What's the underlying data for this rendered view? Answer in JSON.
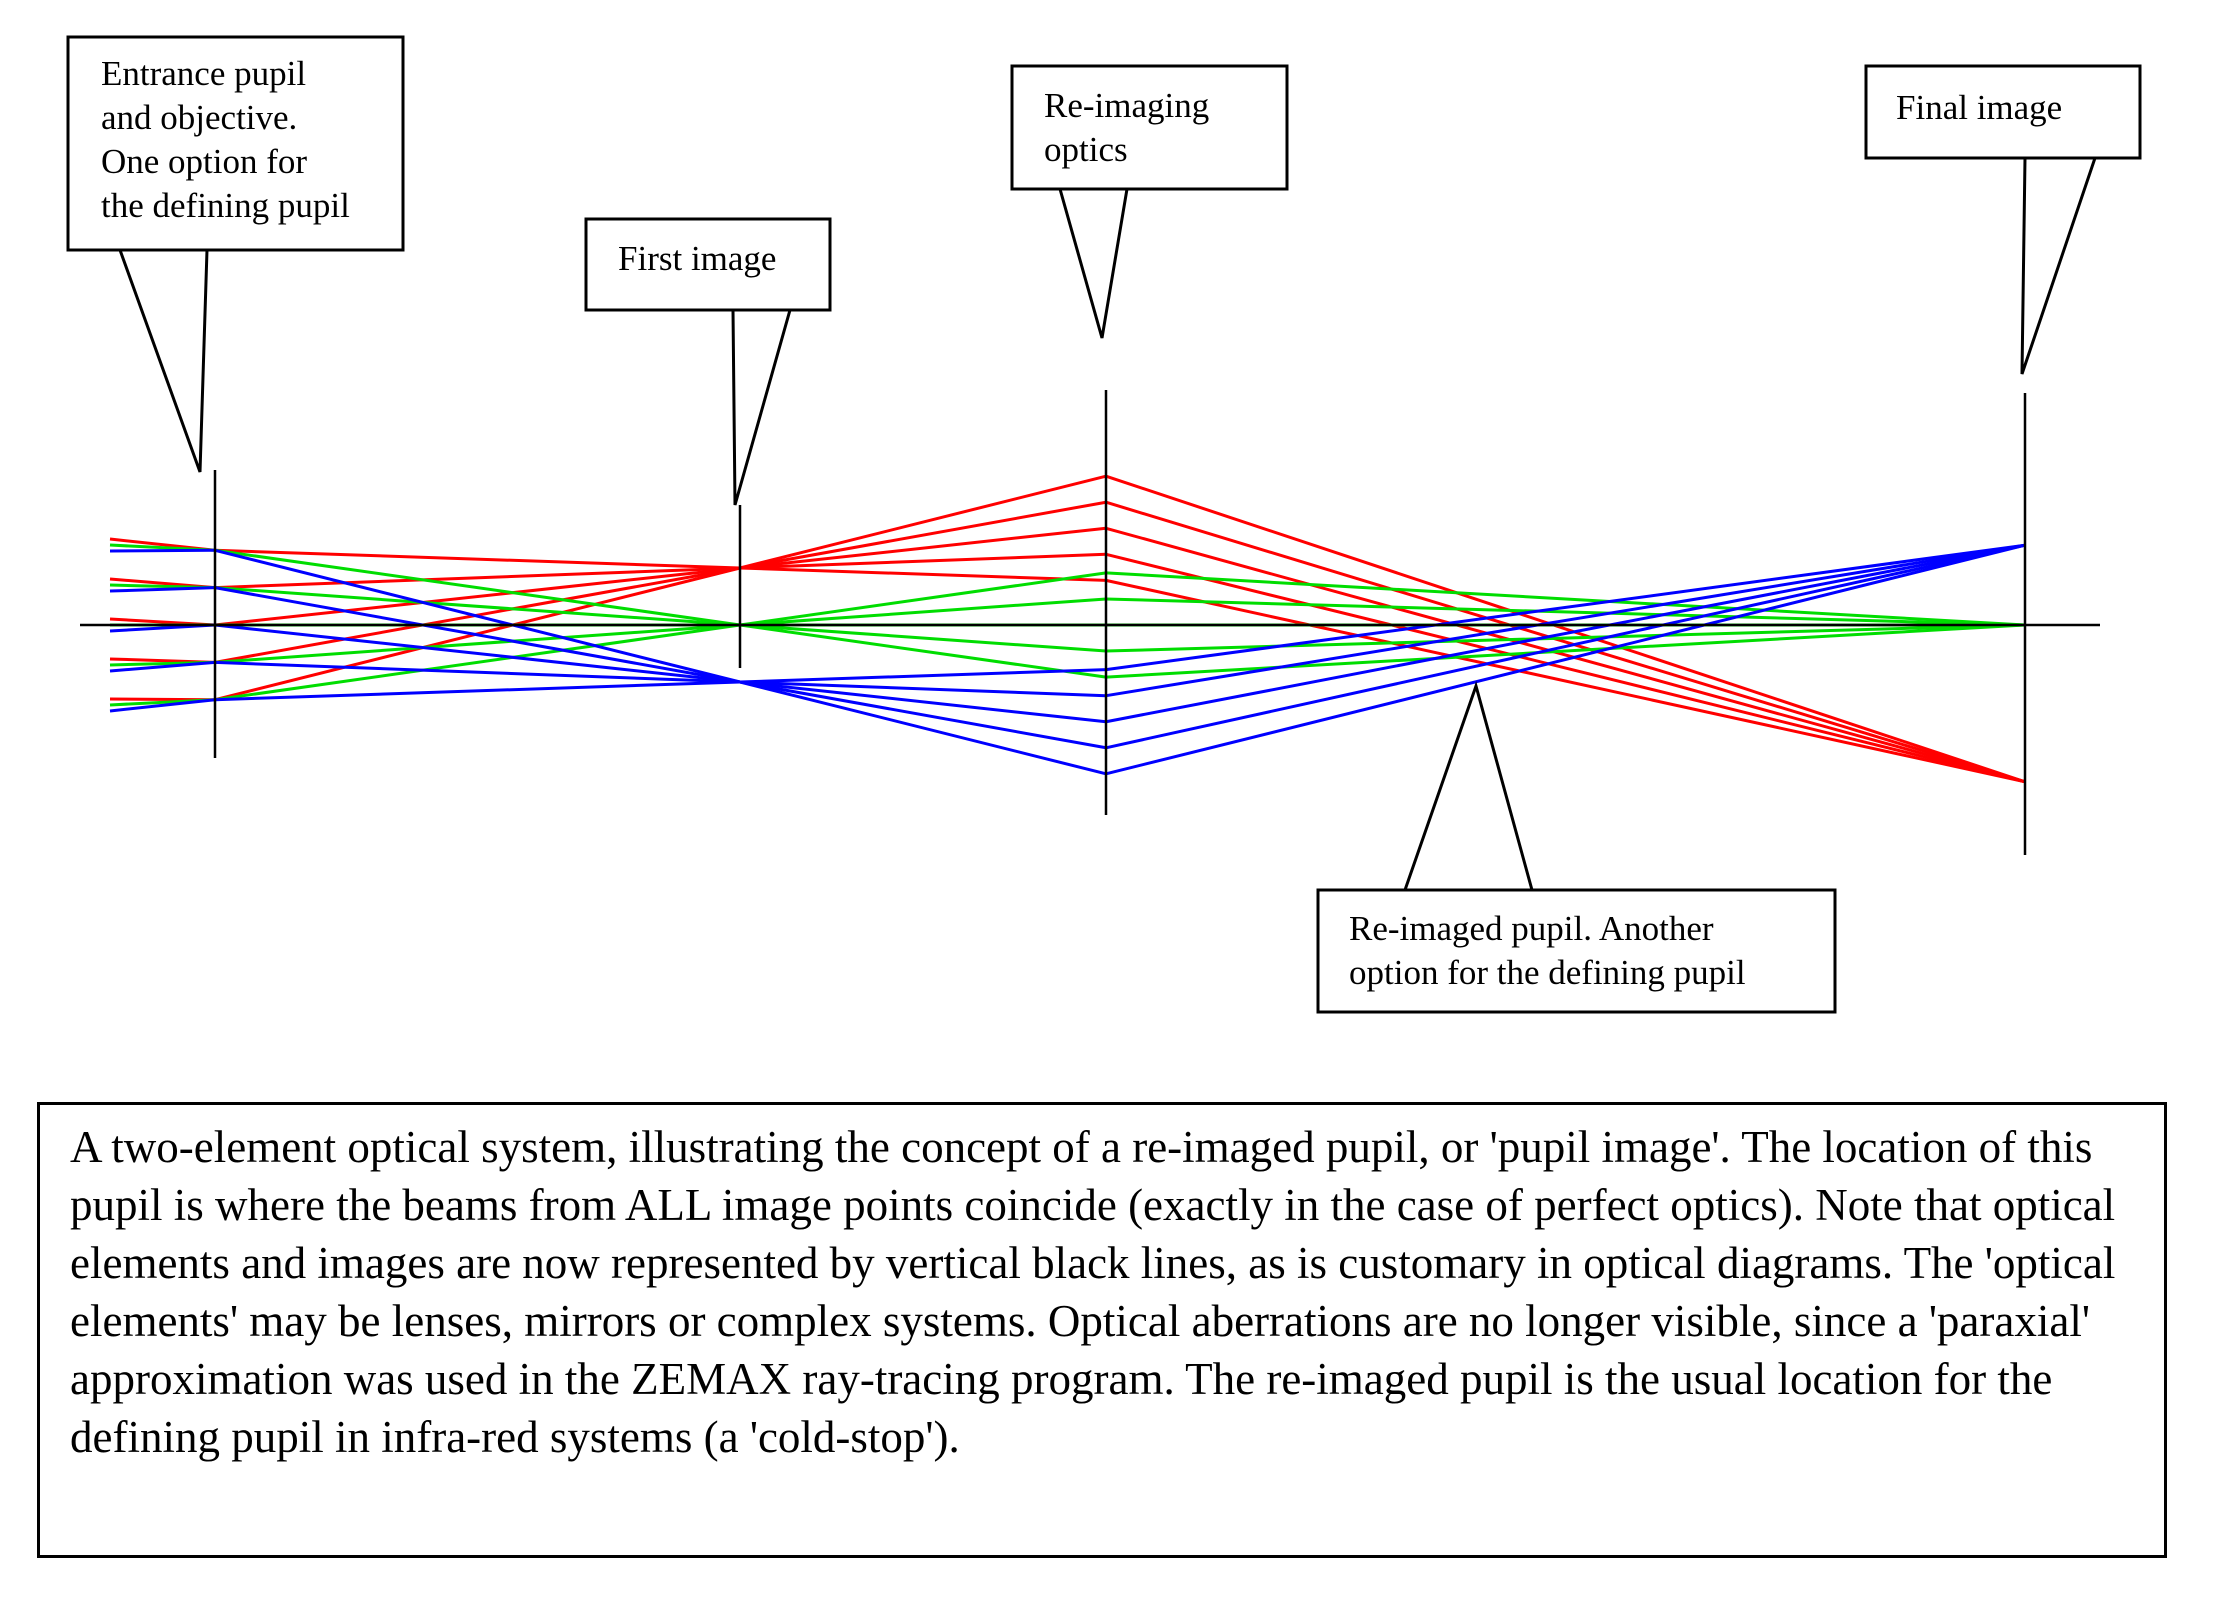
{
  "diagram": {
    "colors": {
      "field_top": "#ff0000",
      "field_center": "#00dd00",
      "field_bottom": "#0000ff",
      "element_lines": "#000000",
      "axis": "#000000"
    },
    "callouts": {
      "entrance_pupil": "Entrance pupil\nand objective.\nOne  option for\nthe defining pupil",
      "first_image": "First image",
      "reimaging_optics": "Re-imaging\noptics",
      "final_image": "Final image",
      "reimaged_pupil": "Re-imaged pupil. Another\noption for the defining pupil"
    }
  },
  "caption": "A two-element optical system, illustrating the concept of a re-imaged pupil, or 'pupil image'. The location of this pupil is where the beams from ALL image points coincide (exactly in the case of perfect optics). Note that optical elements and images are now represented by vertical black lines, as is customary in optical diagrams. The 'optical elements' may be lenses, mirrors or complex systems. Optical aberrations are no longer visible, since a 'paraxial' approximation was used in the ZEMAX ray-tracing program. The re-imaged pupil is the usual location for the defining pupil in infra-red systems (a 'cold-stop')."
}
